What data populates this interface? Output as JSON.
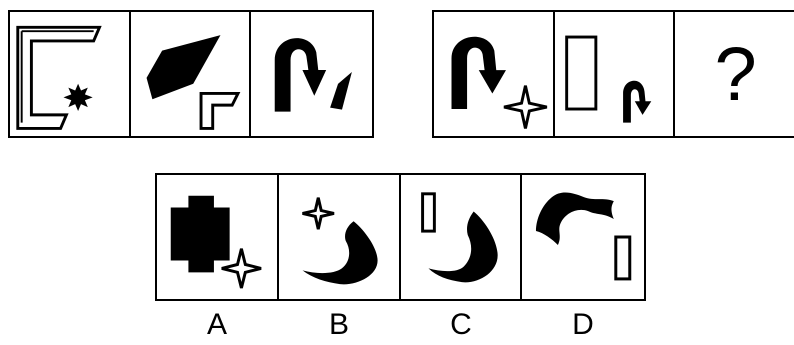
{
  "question_mark": "?",
  "options": [
    {
      "letter": "A"
    },
    {
      "letter": "B"
    },
    {
      "letter": "C"
    },
    {
      "letter": "D"
    }
  ]
}
